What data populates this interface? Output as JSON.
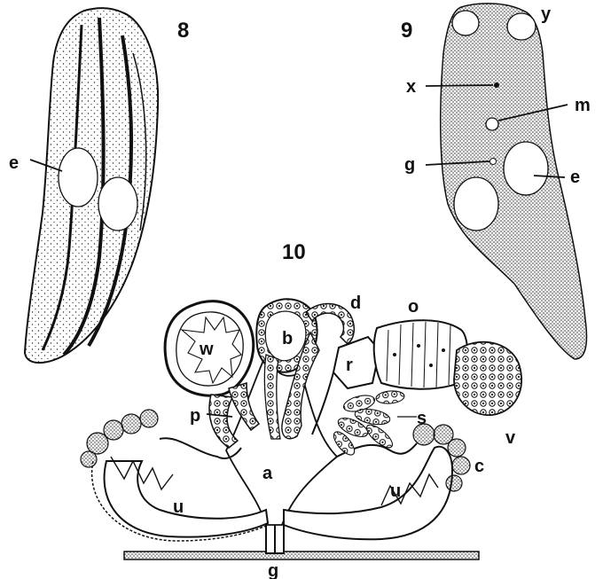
{
  "figures": {
    "fig8": {
      "number": "8",
      "labels": {
        "e": "e"
      }
    },
    "fig9": {
      "number": "9",
      "labels": {
        "y": "y",
        "x": "x",
        "m": "m",
        "g": "g",
        "e": "e"
      }
    },
    "fig10": {
      "number": "10",
      "labels": {
        "d": "d",
        "o": "o",
        "w": "w",
        "b": "b",
        "r": "r",
        "p": "p",
        "s": "s",
        "v": "v",
        "a": "a",
        "c": "c",
        "u_left": "u",
        "u_right": "u",
        "g": "g"
      }
    }
  },
  "colors": {
    "ink": "#111111",
    "paper": "#ffffff",
    "stipple": "#222222"
  }
}
